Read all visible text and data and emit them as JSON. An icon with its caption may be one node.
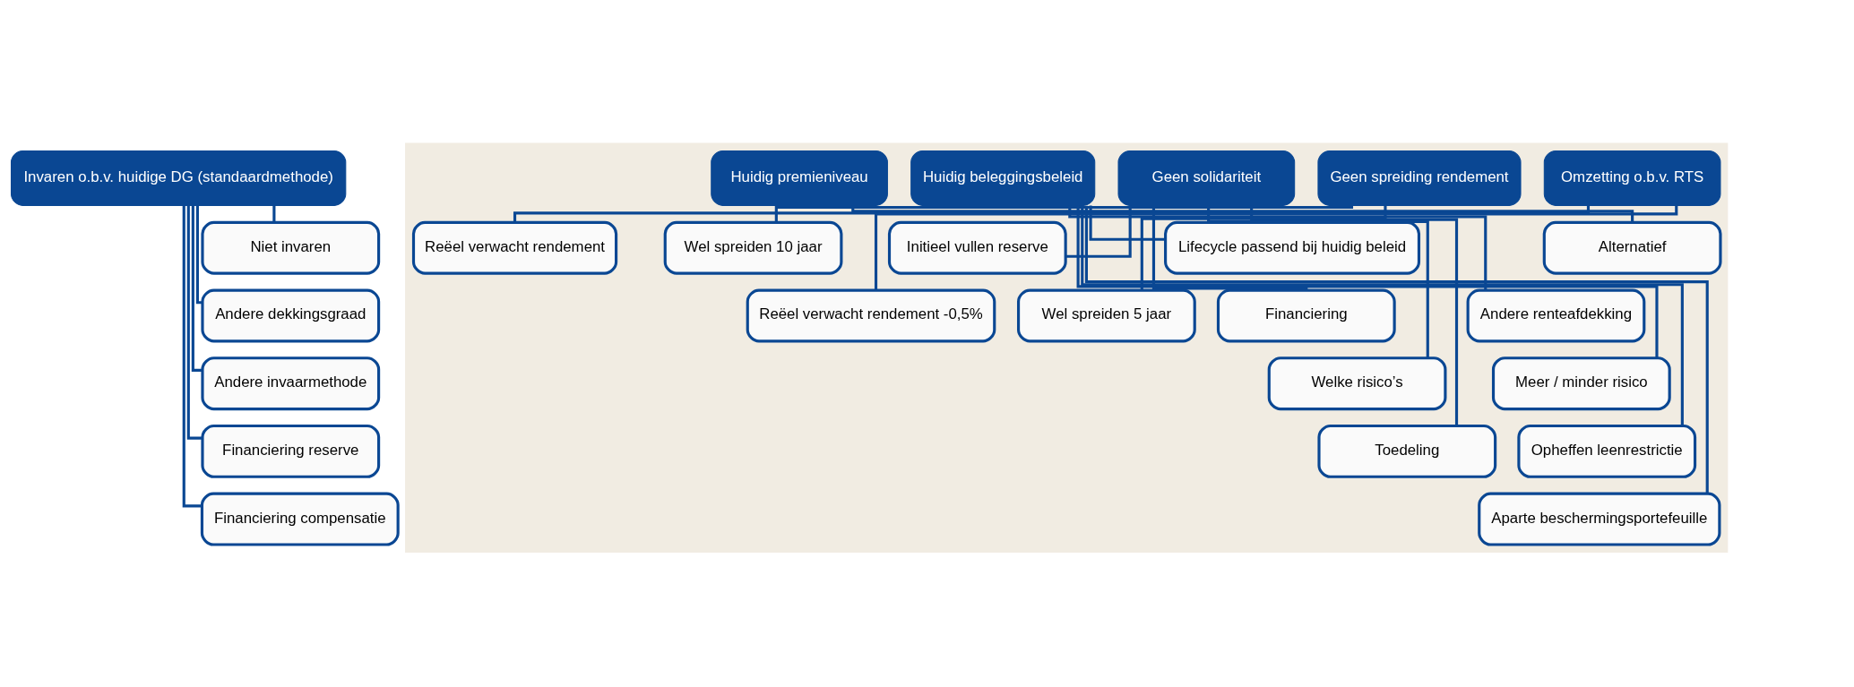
{
  "diagram": {
    "nodes": [
      {
        "text": [
          "Invaren o.b.v. huidige DG (standaardmethode)"
        ]
      },
      {
        "text": [
          "Niet invaren"
        ]
      },
      {
        "text": [
          "Andere dekkingsgraad"
        ]
      },
      {
        "text": [
          "Andere invaarmethode"
        ]
      },
      {
        "text": [
          "Financiering reserve"
        ]
      },
      {
        "text": [
          "Financiering compensatie"
        ]
      },
      {
        "text": [],
        "shape": "box"
      },
      {
        "text": [
          "Huidig premieniveau"
        ],
        "in": 6
      },
      {
        "text": [
          "Alternatief"
        ],
        "in": 6
      },
      {
        "text": [
          "Huidig beleggingsbeleid"
        ],
        "in": 6
      },
      {
        "text": [
          "Lifecycle passend bij huidig beleid"
        ],
        "in": 6
      },
      {
        "text": [
          "Andere renteafdekking"
        ],
        "in": 6
      },
      {
        "text": [
          "Meer / minder risico"
        ],
        "in": 6
      },
      {
        "text": [
          "Opheffen leenrestrictie"
        ],
        "in": 6
      },
      {
        "text": [
          "Aparte beschermingsportefeuille"
        ],
        "in": 6
      },
      {
        "text": [
          "Geen solidariteit"
        ],
        "in": 6
      },
      {
        "text": [
          "Initieel vullen reserve"
        ],
        "in": 6
      },
      {
        "text": [
          "Financiering"
        ],
        "in": 6
      },
      {
        "text": [
          "Welke risico’s"
        ],
        "in": 6
      },
      {
        "text": [
          "Toedeling"
        ],
        "in": 6
      },
      {
        "text": [
          "Geen spreiding rendement"
        ],
        "in": 6
      },
      {
        "text": [
          "Wel spreiden 10 jaar"
        ],
        "in": 6
      },
      {
        "text": [
          "Wel spreiden 5 jaar"
        ],
        "in": 6
      },
      {
        "text": [
          "Omzetting o.b.v. RTS"
        ],
        "in": 6
      },
      {
        "text": [
          "Reëel verwacht rendement"
        ],
        "in": 6
      },
      {
        "text": [
          "Reëel verwacht rendement -0,5%"
        ],
        "in": 6
      }
    ],
    "edges": [
      {
        "from": 0,
        "to": 1,
        "arrow": "none"
      },
      {
        "from": 0,
        "to": 2,
        "arrow": "none"
      },
      {
        "from": 0,
        "to": 3,
        "arrow": "none"
      },
      {
        "from": 0,
        "to": 4,
        "arrow": "none"
      },
      {
        "from": 0,
        "to": 5,
        "arrow": "none"
      },
      {
        "from": 7,
        "to": 8,
        "arrow": "none"
      },
      {
        "from": 9,
        "to": 10,
        "arrow": "none"
      },
      {
        "from": 9,
        "to": 11,
        "arrow": "none"
      },
      {
        "from": 9,
        "to": 12,
        "arrow": "none"
      },
      {
        "from": 9,
        "to": 13,
        "arrow": "none"
      },
      {
        "from": 9,
        "to": 14,
        "arrow": "none"
      },
      {
        "from": 15,
        "to": 16,
        "arrow": "none"
      },
      {
        "from": 15,
        "to": 17,
        "arrow": "none"
      },
      {
        "from": 15,
        "to": 18,
        "arrow": "none"
      },
      {
        "from": 15,
        "to": 19,
        "arrow": "none"
      },
      {
        "from": 20,
        "to": 21,
        "arrow": "none"
      },
      {
        "from": 20,
        "to": 22,
        "arrow": "none"
      },
      {
        "from": 23,
        "to": 24,
        "arrow": "none"
      },
      {
        "from": 23,
        "to": 25,
        "arrow": "none"
      }
    ]
  }
}
